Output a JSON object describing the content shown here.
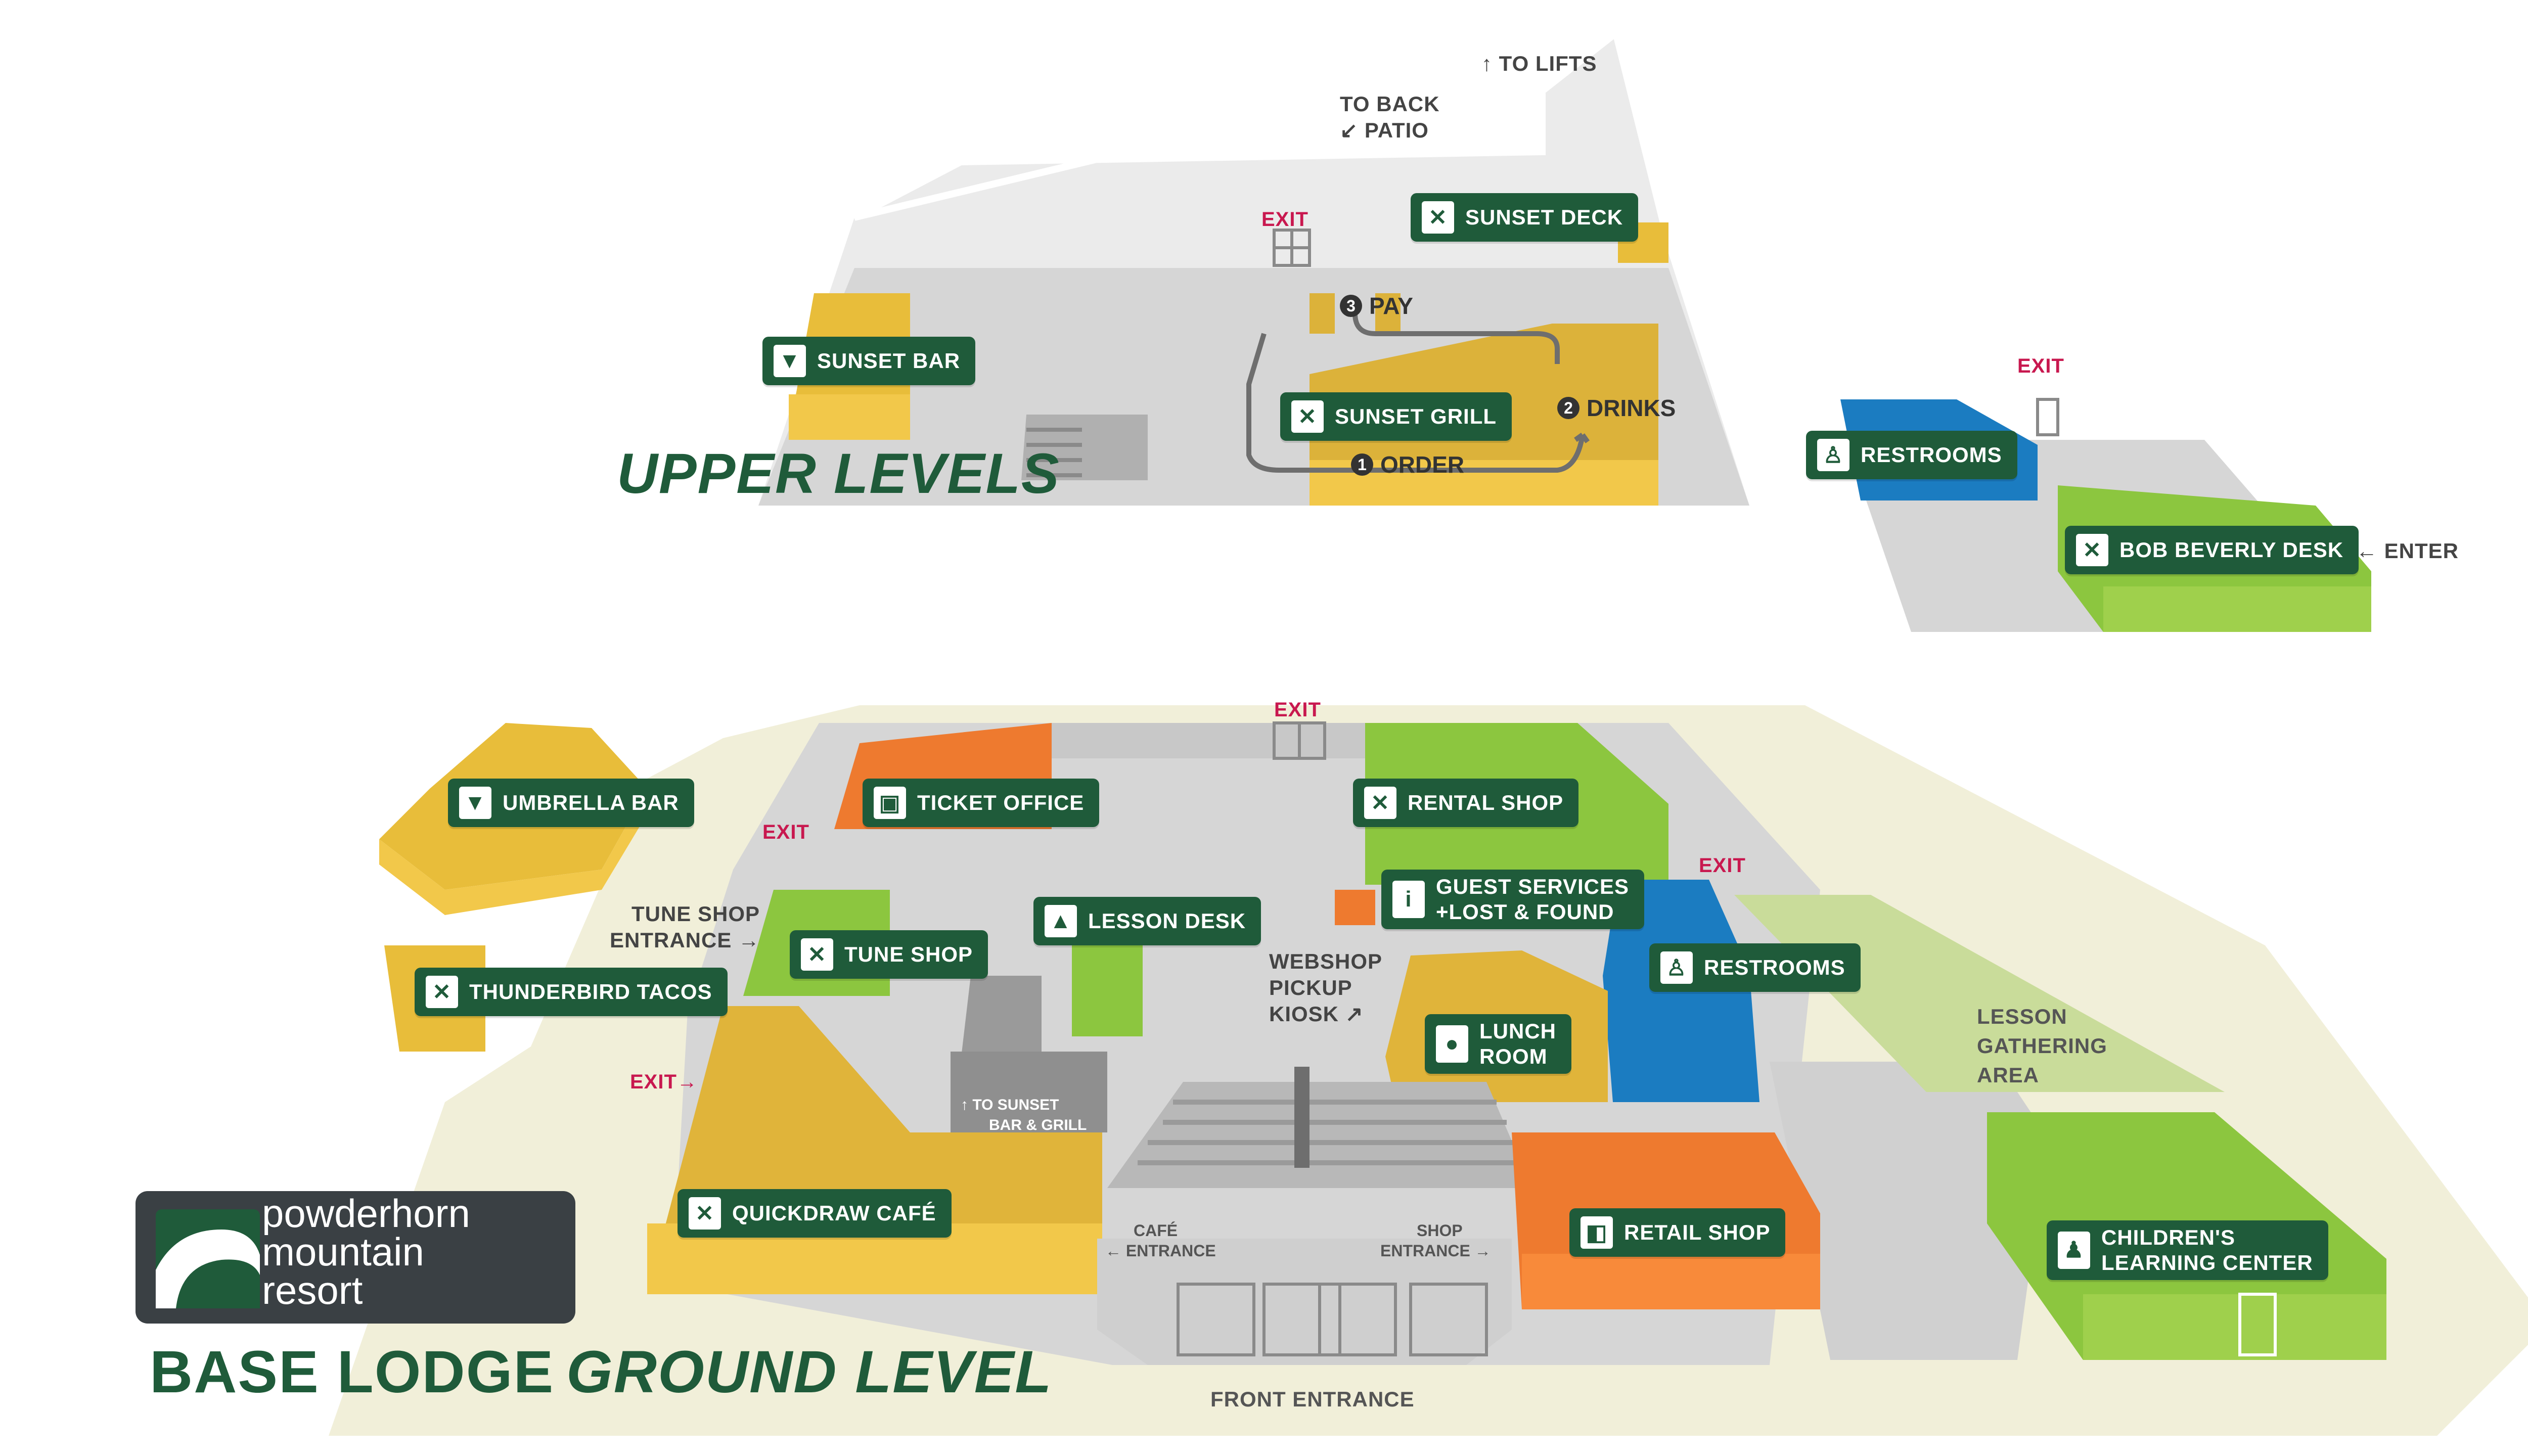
{
  "upper": {
    "title": "UPPER LEVELS",
    "to_lifts": "TO LIFTS",
    "to_back_patio": [
      "TO BACK",
      "PATIO"
    ],
    "exit_main": "EXIT",
    "exit_restroom": "EXIT",
    "sunset_deck": "SUNSET DECK",
    "sunset_bar": "SUNSET BAR",
    "sunset_grill": "SUNSET GRILL",
    "restrooms": "RESTROOMS",
    "bob_beverly_desk": "BOB BEVERLY DESK",
    "enter": "ENTER",
    "steps": {
      "order": {
        "num": "1",
        "label": "ORDER"
      },
      "drinks": {
        "num": "2",
        "label": "DRINKS"
      },
      "pay": {
        "num": "3",
        "label": "PAY"
      }
    }
  },
  "ground": {
    "title_bold": "BASE LODGE",
    "title_italic": "GROUND LEVEL",
    "umbrella_bar": "UMBRELLA BAR",
    "ticket_office": "TICKET OFFICE",
    "rental_shop": "RENTAL SHOP",
    "guest_services": [
      "GUEST SERVICES",
      "+LOST & FOUND"
    ],
    "lesson_desk": "LESSON DESK",
    "tune_shop": "TUNE SHOP",
    "thunderbird_tacos": "THUNDERBIRD TACOS",
    "restrooms": "RESTROOMS",
    "lunch_room": [
      "LUNCH",
      "ROOM"
    ],
    "quickdraw_cafe": "QUICKDRAW CAFÉ",
    "retail_shop": "RETAIL SHOP",
    "childrens_center": [
      "CHILDREN'S",
      "LEARNING CENTER"
    ],
    "tune_shop_entrance": [
      "TUNE SHOP",
      "ENTRANCE"
    ],
    "webshop_kiosk": [
      "WEBSHOP",
      "PICKUP",
      "KIOSK"
    ],
    "lesson_gathering": [
      "LESSON",
      "GATHERING",
      "AREA"
    ],
    "to_sunset": [
      "TO SUNSET",
      "BAR & GRILL"
    ],
    "cafe_entrance": [
      "CAFÉ",
      "ENTRANCE"
    ],
    "shop_entrance": [
      "SHOP",
      "ENTRANCE"
    ],
    "front_entrance": "FRONT ENTRANCE",
    "exit_top": "EXIT",
    "exit_left": "EXIT",
    "exit_right": "EXIT",
    "exit_lower_left": "EXIT"
  },
  "logo": {
    "line1": "powderhorn",
    "line2": "mountain",
    "line3": "resort"
  },
  "icons": {
    "food": "fork-knife-icon",
    "drink": "drink-icon",
    "restroom": "restroom-icon",
    "info": "info-icon",
    "apple": "apple-icon",
    "bag": "shopping-bag-icon",
    "bell": "bell-icon",
    "kids": "kids-icon",
    "ticket": "ticket-icon"
  },
  "colors": {
    "label_bg": "#1f5b3a",
    "yellow": "#e8bd3a",
    "orange": "#ee7a2f",
    "green": "#8cc63f",
    "blue": "#1b7cc1",
    "floor": "#d8d8d8",
    "ground": "#f1efd9",
    "exit": "#c8184f"
  }
}
